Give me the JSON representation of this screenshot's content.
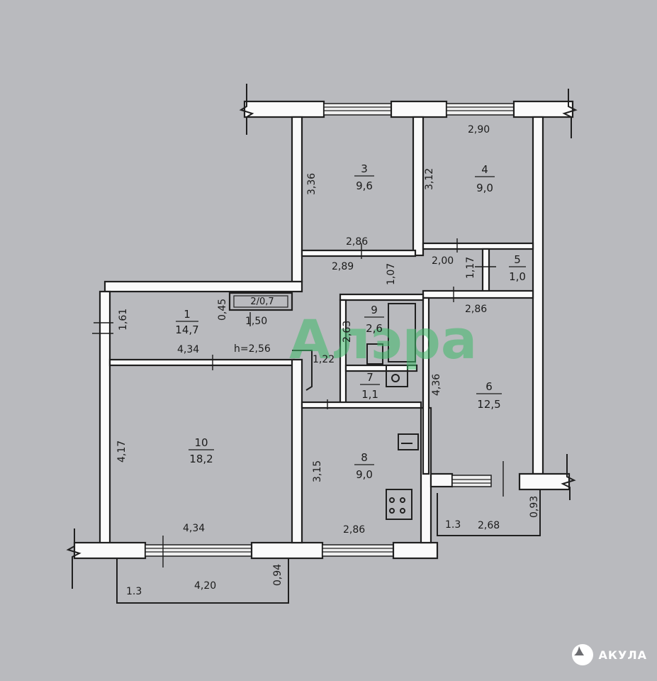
{
  "rooms": [
    {
      "id": "1",
      "num": "1",
      "area": "14,7"
    },
    {
      "id": "2",
      "num": "2/0,7",
      "area": ""
    },
    {
      "id": "3",
      "num": "3",
      "area": "9,6"
    },
    {
      "id": "4",
      "num": "4",
      "area": "9,0"
    },
    {
      "id": "5",
      "num": "5",
      "area": "1,0"
    },
    {
      "id": "6",
      "num": "6",
      "area": "12,5"
    },
    {
      "id": "7",
      "num": "7",
      "area": "1,1"
    },
    {
      "id": "8",
      "num": "8",
      "area": "9,0"
    },
    {
      "id": "9",
      "num": "9",
      "area": "2,6"
    },
    {
      "id": "10",
      "num": "10",
      "area": "18,2"
    }
  ],
  "dimensions": {
    "r4_width": "2,90",
    "r3_height": "3,36",
    "r4_height": "3,12",
    "r3_width": "2,86",
    "corridor_width": "2,89",
    "corridor_height": "1,07",
    "r5_width": "2,00",
    "r5_height": "1,17",
    "r6_width": "2,86",
    "r6_height": "4,36",
    "r1_left": "1,61",
    "r2_depth": "0,45",
    "r2_width": "1,50",
    "r1_width": "4,34",
    "ceiling_height": "h=2,56",
    "r9_height": "2,63",
    "hall_width": "1,22",
    "r10_height": "4,17",
    "r10_width": "4,34",
    "r8_height": "3,15",
    "r8_width": "2,86",
    "balcony1_side": "1.3",
    "balcony1_length": "4,20",
    "balcony1_depth": "0,94",
    "balcony2_side": "1.3",
    "balcony2_length": "2,68",
    "balcony2_depth": "0,93"
  },
  "watermark": {
    "text": "Алэра"
  },
  "logo": {
    "text": "АКУЛА",
    "icon": "shark-fin-icon"
  },
  "colors": {
    "paper": "#b9babe",
    "wall": "#fafafa",
    "line": "#202020",
    "watermark": "#3fb96a"
  }
}
